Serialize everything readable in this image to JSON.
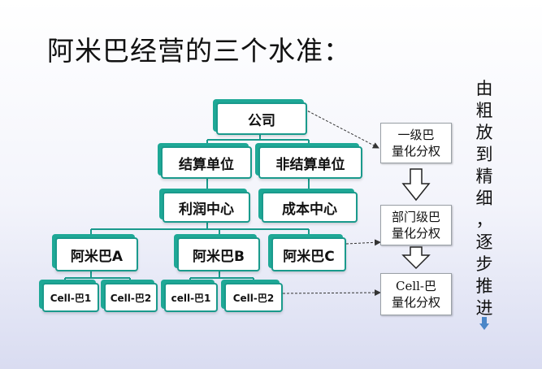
{
  "title": "阿米巴经营的三个水准：",
  "nodes": {
    "company": "公司",
    "settlement_unit": "结算单位",
    "non_settlement_unit": "非结算单位",
    "profit_center": "利润中心",
    "cost_center": "成本中心",
    "amoeba_a": "阿米巴A",
    "amoeba_b": "阿米巴B",
    "amoeba_c": "阿米巴C",
    "cell_a1": "Cell-巴1",
    "cell_a2": "Cell-巴2",
    "cell_b1": "cell-巴1",
    "cell_b2": "Cell-巴2"
  },
  "levels": {
    "level1": {
      "line1": "一级巴",
      "line2": "量化分权"
    },
    "level2": {
      "line1": "部门级巴",
      "line2": "量化分权"
    },
    "level3": {
      "line1": "Cell-巴",
      "line2": "量化分权"
    }
  },
  "side_text": [
    "由",
    "粗",
    "放",
    "到",
    "精",
    "细",
    "，",
    "逐",
    "步",
    "推",
    "进"
  ],
  "colors": {
    "node_border": "#1a9a8c",
    "connector": "#1a9a8c",
    "arrow_blue": "#4a86c8"
  }
}
